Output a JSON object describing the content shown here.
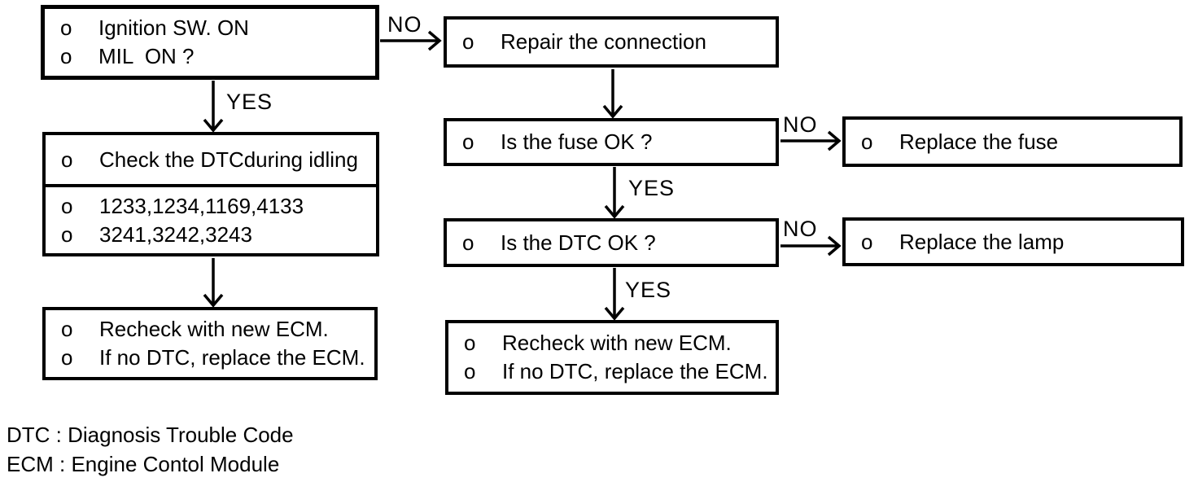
{
  "colors": {
    "ink": "#000000",
    "background": "#ffffff"
  },
  "bullet_char": "o",
  "labels": {
    "yes": "YES",
    "no": "NO"
  },
  "boxes": {
    "start": {
      "lines": [
        "Ignition SW. ON",
        "MIL  ON ?"
      ]
    },
    "repair_connection": {
      "lines": [
        "Repair the connection"
      ]
    },
    "check_dtc": {
      "lines": [
        "Check the DTCduring idling"
      ]
    },
    "dtc_codes": {
      "lines": [
        "1233,1234,1169,4133",
        "3241,3242,3243"
      ]
    },
    "recheck_left": {
      "lines": [
        "Recheck with new ECM.",
        "If no DTC, replace the ECM."
      ]
    },
    "is_fuse_ok": {
      "lines": [
        "Is the fuse OK ?"
      ]
    },
    "replace_fuse": {
      "lines": [
        "Replace the fuse"
      ]
    },
    "is_dtc_ok": {
      "lines": [
        "Is the DTC OK ?"
      ]
    },
    "replace_lamp": {
      "lines": [
        "Replace the lamp"
      ]
    },
    "recheck_mid": {
      "lines": [
        "Recheck with new ECM.",
        "If no DTC, replace the ECM."
      ]
    }
  },
  "legend": {
    "dtc": "DTC : Diagnosis Trouble Code",
    "ecm": "ECM : Engine Contol Module"
  }
}
